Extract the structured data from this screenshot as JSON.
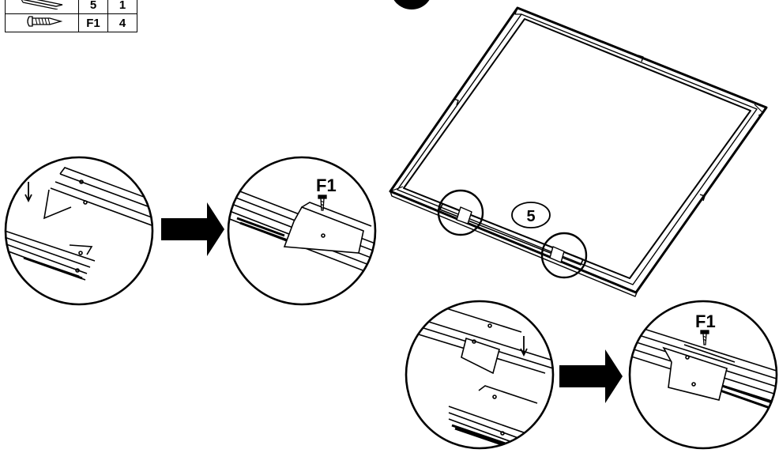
{
  "parts_table": {
    "rows": [
      {
        "part_icon": "rail-profile-icon",
        "code": "5",
        "qty": "1"
      },
      {
        "part_icon": "screw-icon",
        "code": "F1",
        "qty": "4"
      }
    ]
  },
  "callouts": {
    "part_number": "5",
    "screw_label_left": "F1",
    "screw_label_right": "F1"
  },
  "colors": {
    "ink": "#000000",
    "fill": "#ffffff",
    "arrow": "#000000"
  }
}
